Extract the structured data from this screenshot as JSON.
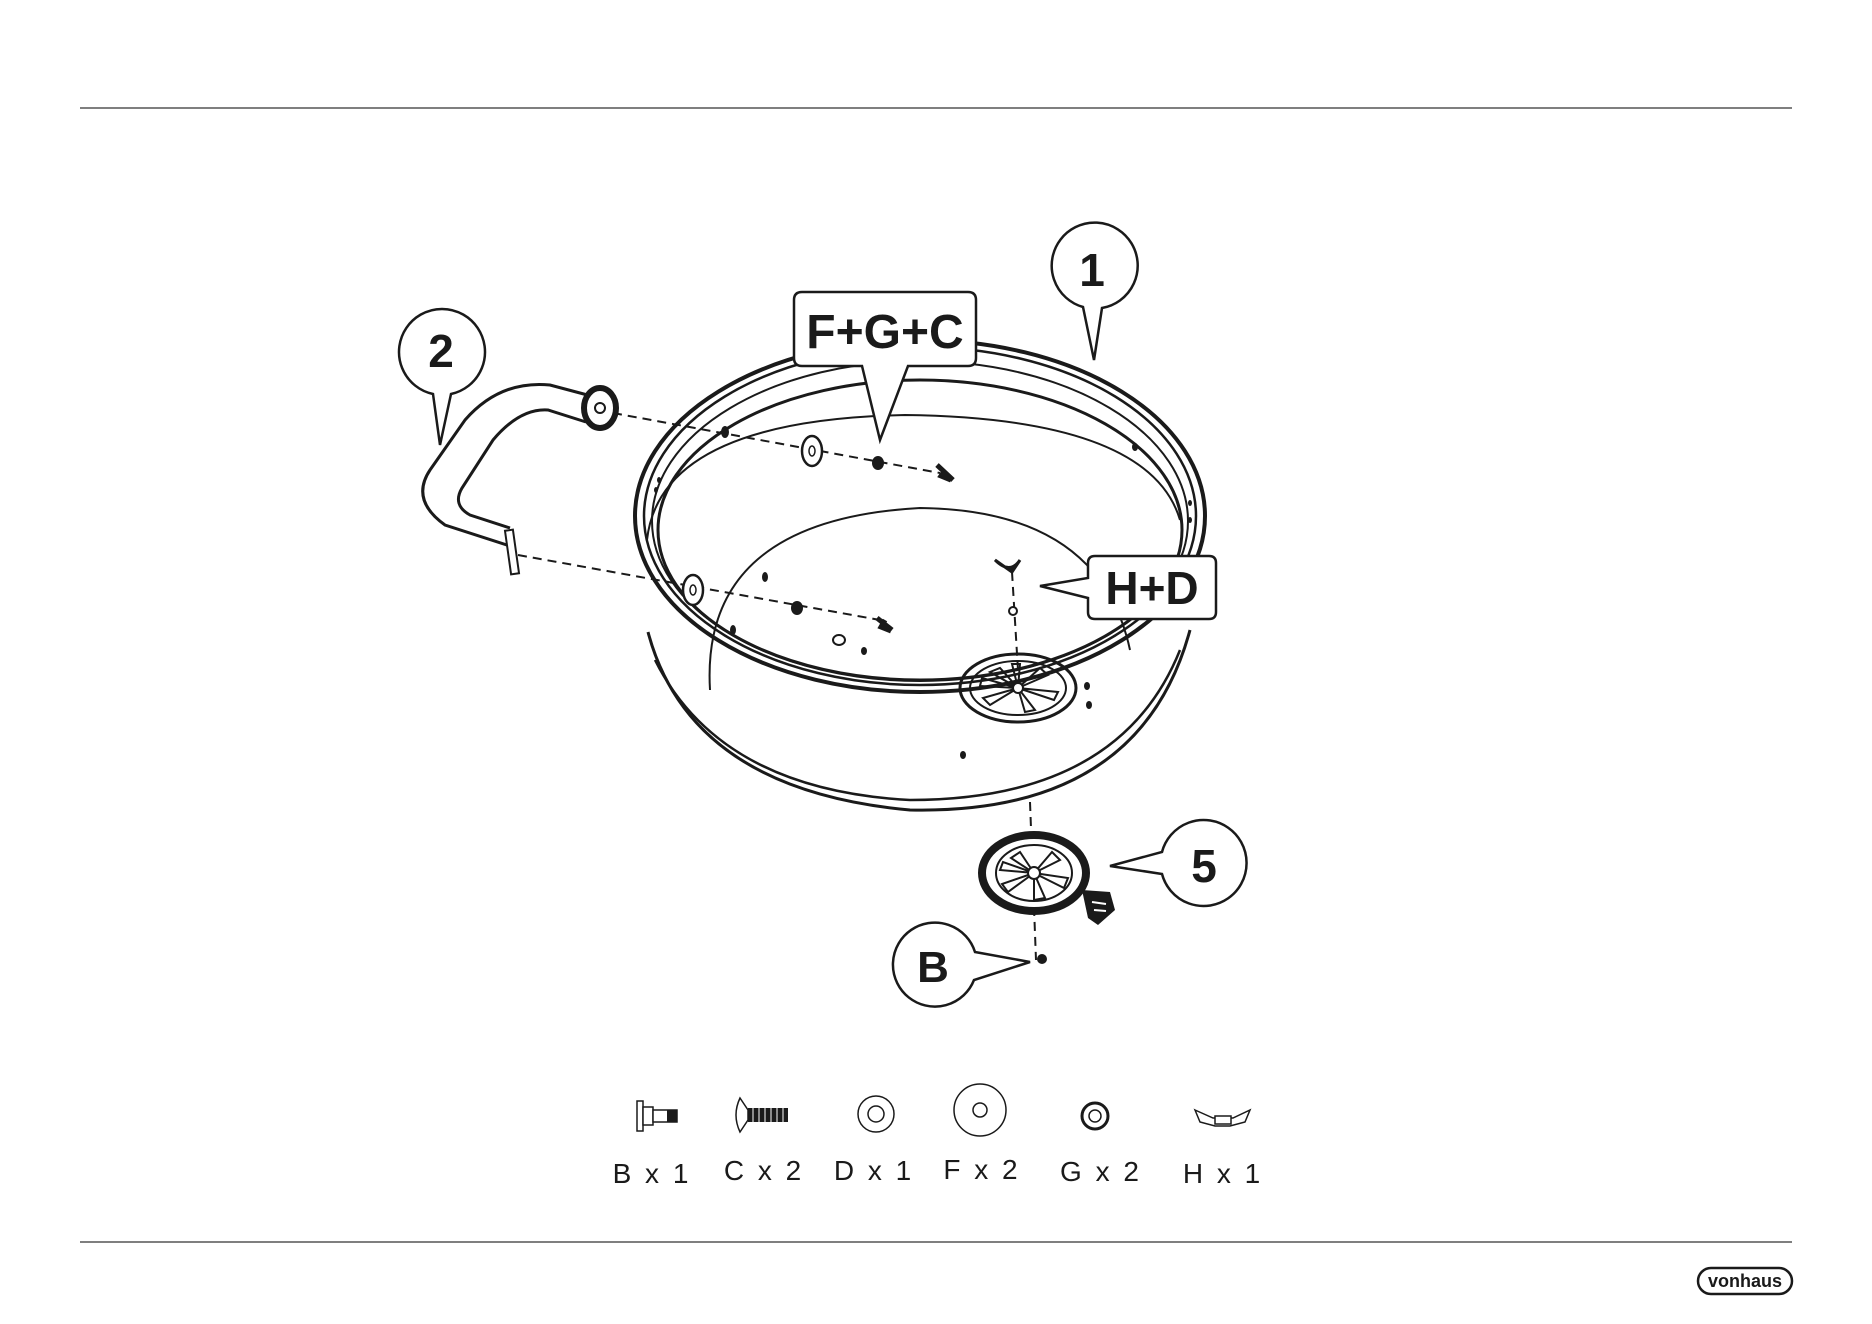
{
  "callouts": {
    "part_1": "1",
    "part_2": "2",
    "part_5": "5",
    "fgc": "F+G+C",
    "hd": "H+D",
    "b": "B"
  },
  "hardware": [
    {
      "id": "B",
      "label": "B x 1",
      "icon": "flange-bolt-icon"
    },
    {
      "id": "C",
      "label": "C x 2",
      "icon": "screw-icon"
    },
    {
      "id": "D",
      "label": "D x 1",
      "icon": "small-washer-icon"
    },
    {
      "id": "F",
      "label": "F x 2",
      "icon": "large-washer-icon"
    },
    {
      "id": "G",
      "label": "G x 2",
      "icon": "spring-washer-icon"
    },
    {
      "id": "H",
      "label": "H x 1",
      "icon": "wing-nut-icon"
    }
  ],
  "brand": {
    "logo_text": "vonhaus"
  },
  "colors": {
    "ink": "#1a1a1a",
    "background": "#ffffff"
  }
}
